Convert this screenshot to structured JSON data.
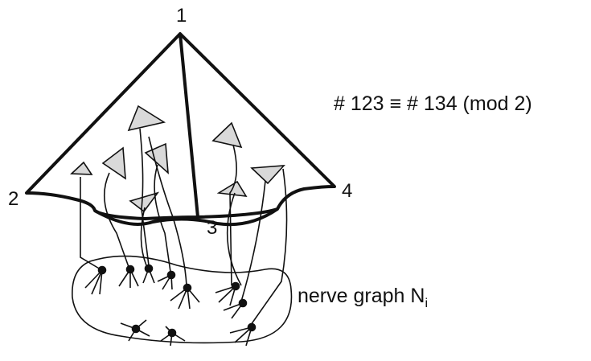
{
  "vertex_labels": {
    "v1": "1",
    "v2": "2",
    "v3": "3",
    "v4": "4"
  },
  "relation": "# 123 ≡ # 134 (mod 2)",
  "nerve_label": {
    "text": "nerve graph N",
    "subscript": "i"
  },
  "colors": {
    "stroke": "#111111",
    "neuron_fill": "#d9d9d9",
    "background": "#ffffff"
  }
}
